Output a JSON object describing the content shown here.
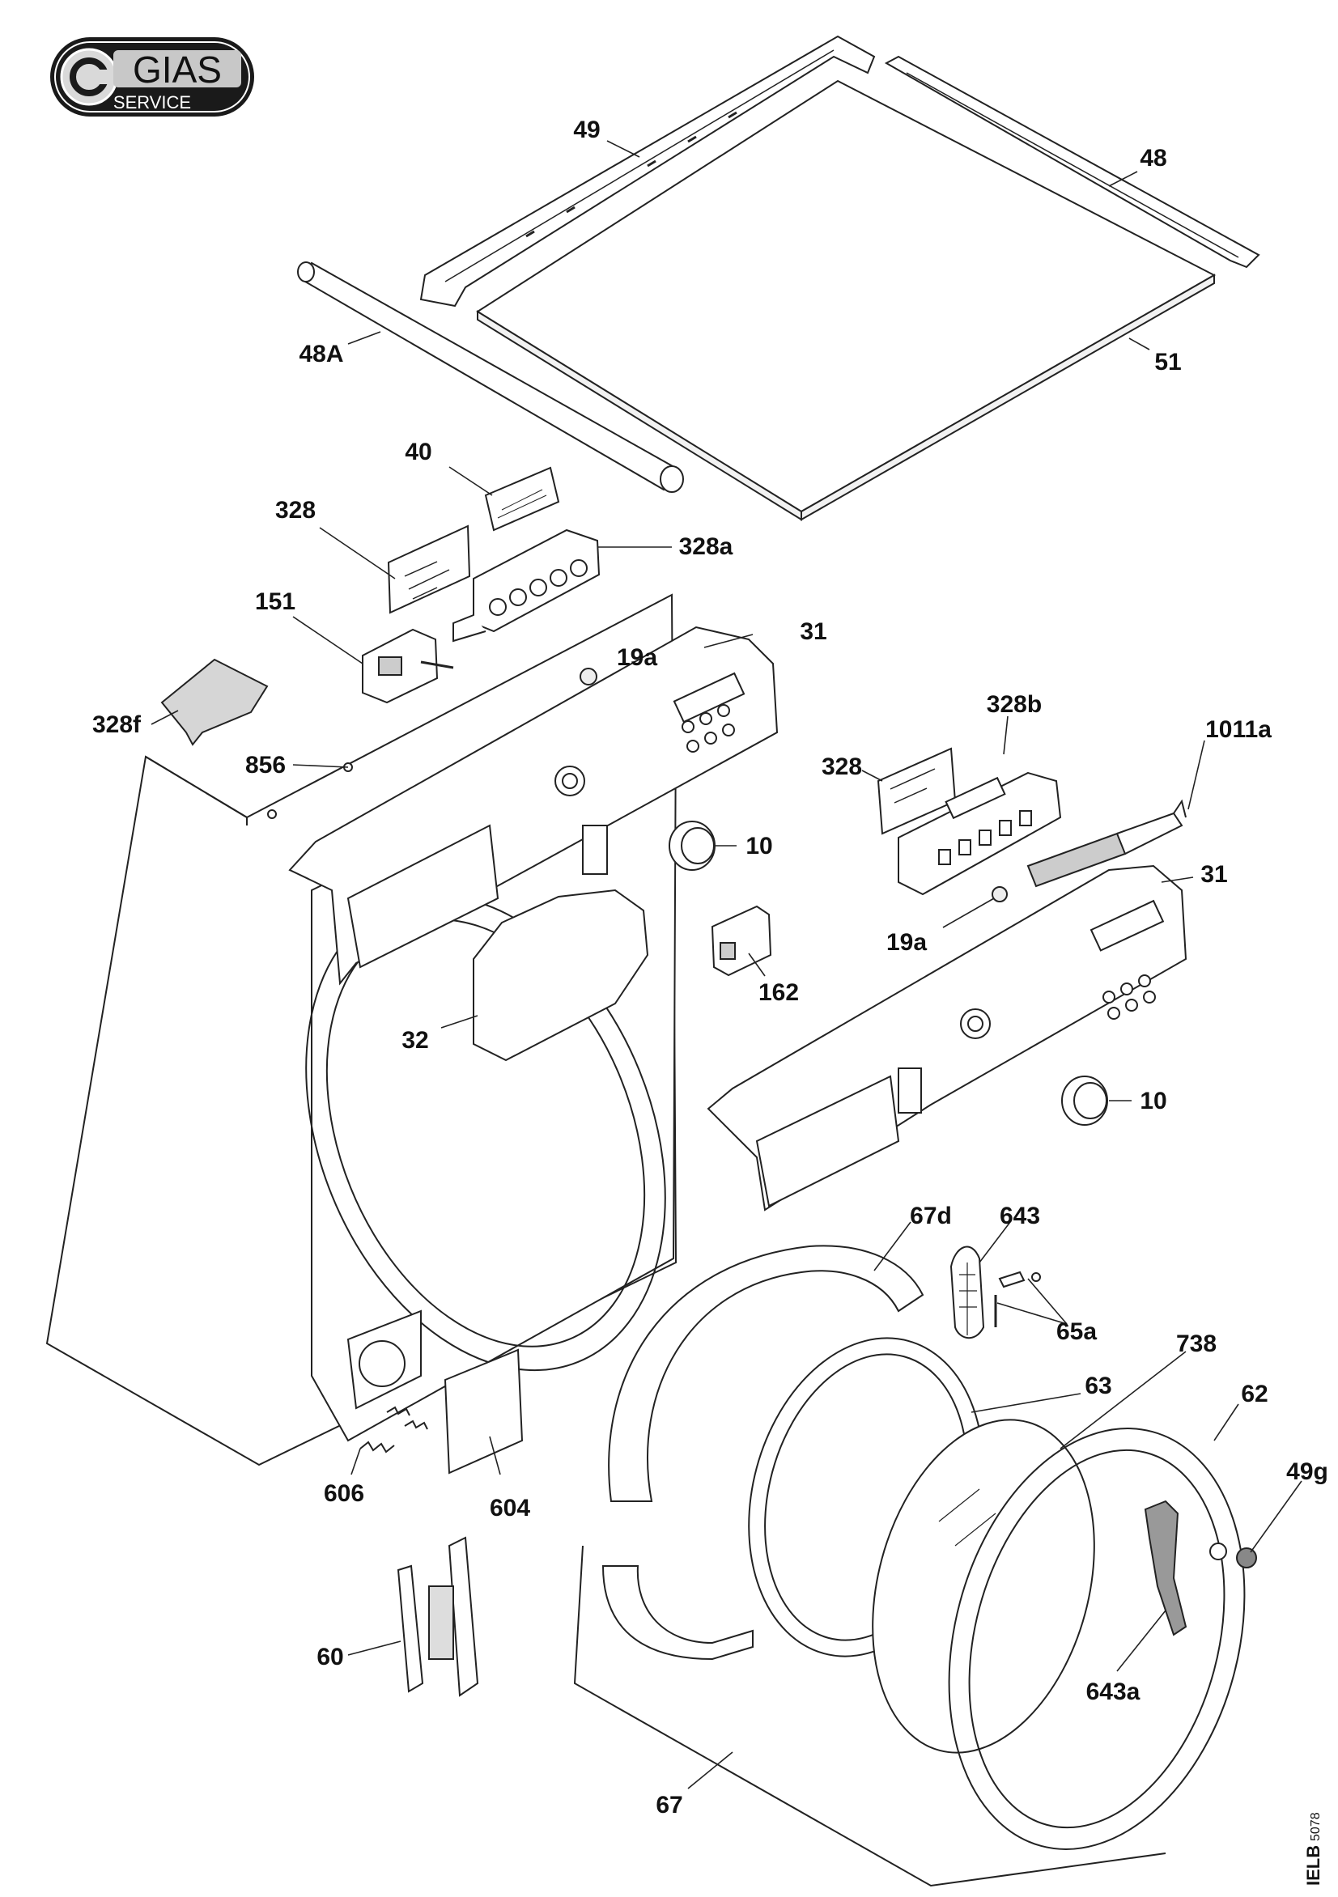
{
  "logo": {
    "brand": "GIAS",
    "subtitle": "SERVICE",
    "icon": "circle-c-icon"
  },
  "drawing_code": "IELB",
  "drawing_number": "5078",
  "callouts": {
    "c49": "49",
    "c48": "48",
    "c48A": "48A",
    "c51": "51",
    "c40": "40",
    "c328_top": "328",
    "c328a": "328a",
    "c151": "151",
    "c19a_left": "19a",
    "c31_left": "31",
    "c328f": "328f",
    "c856": "856",
    "c328b": "328b",
    "c1011a": "1011a",
    "c328_right": "328",
    "c10_left": "10",
    "c19a_right": "19a",
    "c31_right": "31",
    "c162": "162",
    "c32": "32",
    "c10_right": "10",
    "c67d": "67d",
    "c643": "643",
    "c65a": "65a",
    "c738": "738",
    "c63": "63",
    "c62": "62",
    "c49g": "49g",
    "c606": "606",
    "c604": "604",
    "c60": "60",
    "c643a": "643a",
    "c67": "67"
  }
}
